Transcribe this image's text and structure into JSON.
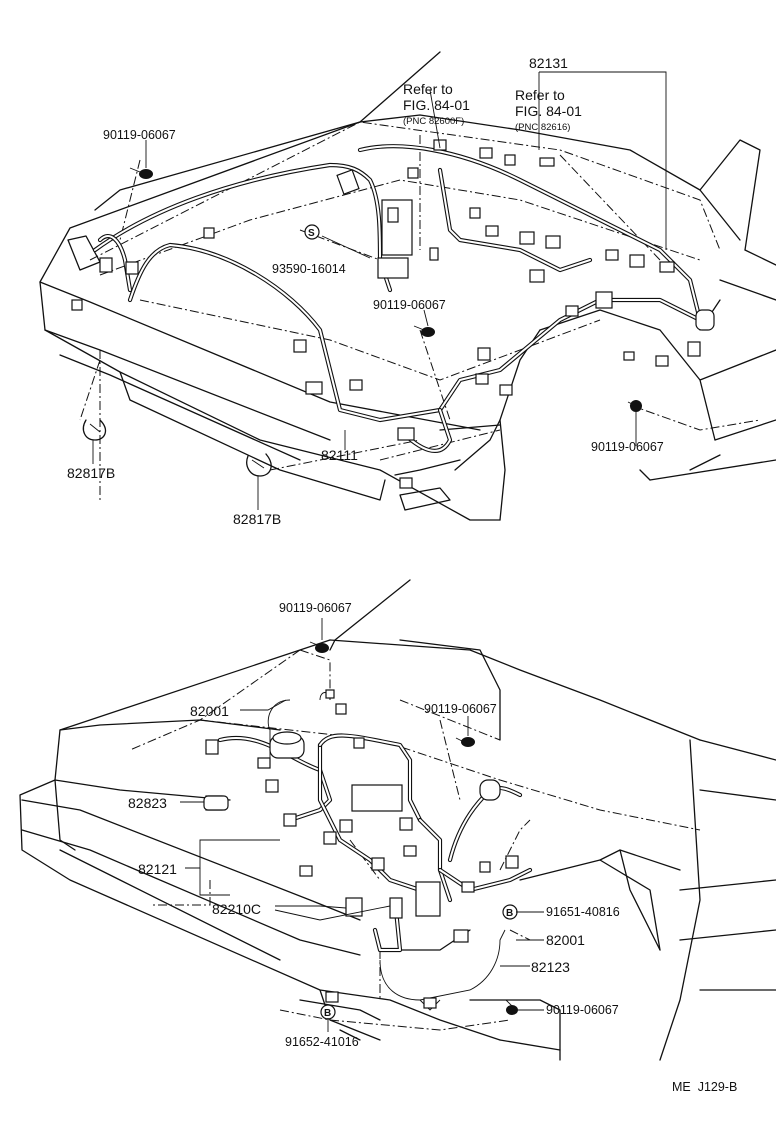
{
  "diagram_id": "ME  J129-B",
  "top_view": {
    "labels": {
      "p82131": "82131",
      "refer_left_line1": "Refer to",
      "refer_left_line2": "FIG. 84-01",
      "refer_left_pnc": "(PNC 82600F)",
      "refer_right_line1": "Refer to",
      "refer_right_line2": "FIG. 84-01",
      "refer_right_pnc": "(PNC 82616)",
      "bolt_top_left": "90119-06067",
      "s_symbol": "S",
      "p93590": "93590-16014",
      "bolt_center": "90119-06067",
      "bolt_right": "90119-06067",
      "p82111": "82111",
      "clamp_left": "82817B",
      "clamp_center": "82817B"
    }
  },
  "bottom_view": {
    "labels": {
      "bolt_top": "90119-06067",
      "p82001_top": "82001",
      "bolt_mid": "90119-06067",
      "p82823": "82823",
      "p82121": "82121",
      "p82210c": "82210C",
      "b_symbol": "B",
      "p91651": "91651-40816",
      "p82001_right": "82001",
      "p82123": "82123",
      "bolt_lower": "90119-06067",
      "p91652": "91652-41016"
    }
  }
}
